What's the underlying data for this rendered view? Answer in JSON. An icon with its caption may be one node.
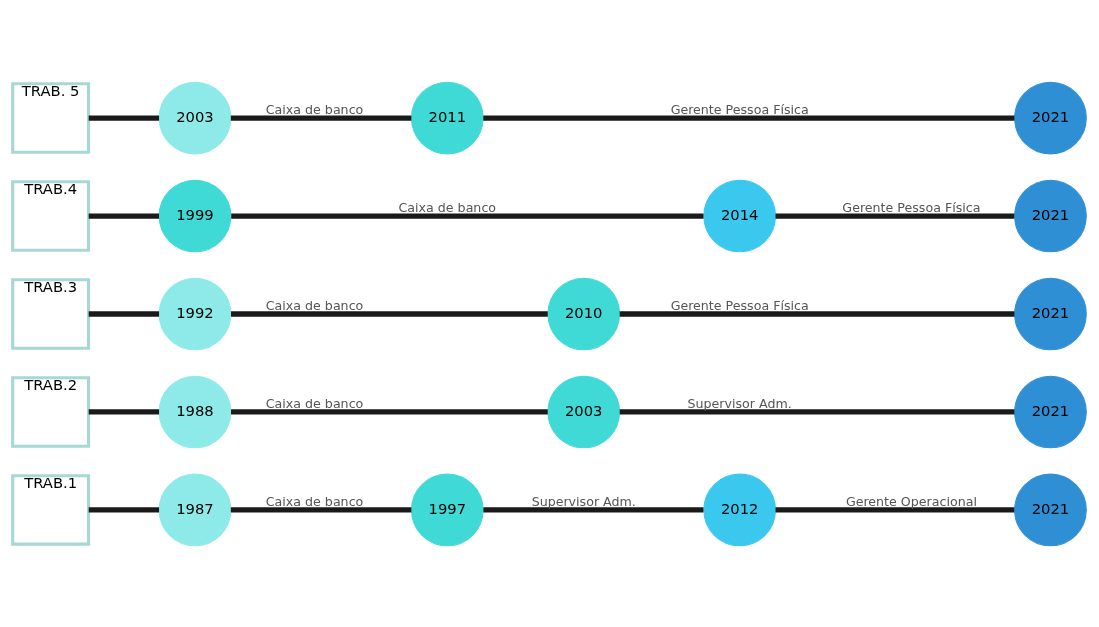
{
  "diagram": {
    "nodes": [
      {
        "text": [
          "TRAB.1"
        ]
      },
      {
        "text": [
          "1987"
        ]
      },
      {
        "text": [
          "1997"
        ]
      },
      {
        "text": [
          "2012"
        ]
      },
      {
        "text": [
          "2021"
        ]
      },
      {
        "text": [
          "TRAB.2"
        ]
      },
      {
        "text": [
          "1988"
        ]
      },
      {
        "text": [
          "2003"
        ]
      },
      {
        "text": [
          "2021"
        ]
      },
      {
        "text": [
          "TRAB.3"
        ]
      },
      {
        "text": [
          "1992"
        ]
      },
      {
        "text": [
          "2010"
        ]
      },
      {
        "text": [
          "2021"
        ]
      },
      {
        "text": [
          "TRAB.4"
        ]
      },
      {
        "text": [
          "1999"
        ]
      },
      {
        "text": [
          "2014"
        ]
      },
      {
        "text": [
          "2021"
        ]
      },
      {
        "text": [
          "TRAB. 5"
        ]
      },
      {
        "text": [
          "2003"
        ]
      },
      {
        "text": [
          "2011"
        ]
      },
      {
        "text": [
          "2021"
        ]
      }
    ],
    "edges": [
      {
        "from": 0,
        "to": 1,
        "arrow": "none"
      },
      {
        "from": 1,
        "to": 2,
        "arrow": "none",
        "label": "Caixa de banco"
      },
      {
        "from": 2,
        "to": 3,
        "arrow": "none",
        "label": "Supervisor Adm."
      },
      {
        "from": 3,
        "to": 4,
        "arrow": "none",
        "label": "Gerente Operacional"
      },
      {
        "from": 5,
        "to": 6,
        "arrow": "none"
      },
      {
        "from": 6,
        "to": 7,
        "arrow": "none",
        "label": "Caixa de banco"
      },
      {
        "from": 7,
        "to": 8,
        "arrow": "none",
        "label": "Supervisor Adm."
      },
      {
        "from": 9,
        "to": 10,
        "arrow": "none"
      },
      {
        "from": 10,
        "to": 11,
        "arrow": "none",
        "label": "Caixa de banco"
      },
      {
        "from": 11,
        "to": 12,
        "arrow": "none",
        "label": "Gerente Pessoa Física"
      },
      {
        "from": 13,
        "to": 14,
        "arrow": "none"
      },
      {
        "from": 14,
        "to": 15,
        "arrow": "none",
        "label": "Caixa de banco"
      },
      {
        "from": 15,
        "to": 16,
        "arrow": "none",
        "label": "Gerente Pessoa Física"
      },
      {
        "from": 17,
        "to": 18,
        "arrow": "none"
      },
      {
        "from": 18,
        "to": 19,
        "arrow": "none",
        "label": "Caixa de banco"
      },
      {
        "from": 19,
        "to": 20,
        "arrow": "none",
        "label": "Gerente Pessoa Física"
      }
    ]
  }
}
